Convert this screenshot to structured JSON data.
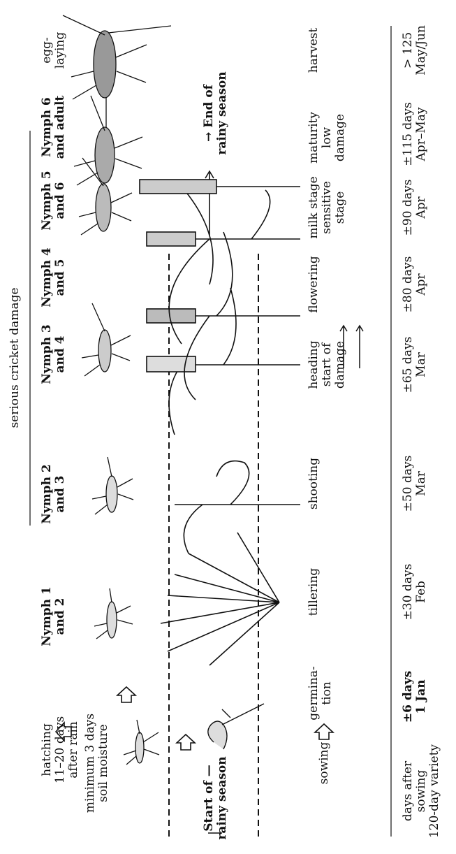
{
  "header": {
    "serious_damage": "serious cricket damage"
  },
  "season": {
    "soil_moisture": "minimum 3 days\nsoil moisture",
    "start": "Start of —\nrainy season",
    "end": "→ End of\nrainy season",
    "sowing": "sowing"
  },
  "timing": {
    "header": "days after\nsowing\n120-day variety"
  },
  "stages": [
    {
      "cricket": "hatching\n11–20 days\nafter rain",
      "plant": "germina-\ntion",
      "timing": "±6 days\n1 Jan"
    },
    {
      "cricket": "Nymph 1\nand 2",
      "plant": "tillering",
      "timing": "±30 days\nFeb"
    },
    {
      "cricket": "Nymph 2\nand 3",
      "plant": "shooting",
      "timing": "±50 days\nMar"
    },
    {
      "cricket": "Nymph 3\nand 4",
      "plant": "heading\nstart of\ndamage",
      "timing": "±65 days\nMar"
    },
    {
      "cricket": "Nymph 4\nand 5",
      "plant": "flowering",
      "timing": "±80 days\nApr"
    },
    {
      "cricket": "Nymph 5\nand 6",
      "plant": "milk stage\nsensitive\nstage",
      "timing": "±90 days\nApr"
    },
    {
      "cricket": "Nymph 6\nand adult",
      "plant": "maturity\nlow\ndamage",
      "timing": "±115 days\nApr–May"
    },
    {
      "cricket": "egg-\nlaying",
      "plant": "harvest",
      "timing": "> 125\nMay/Jun"
    }
  ]
}
